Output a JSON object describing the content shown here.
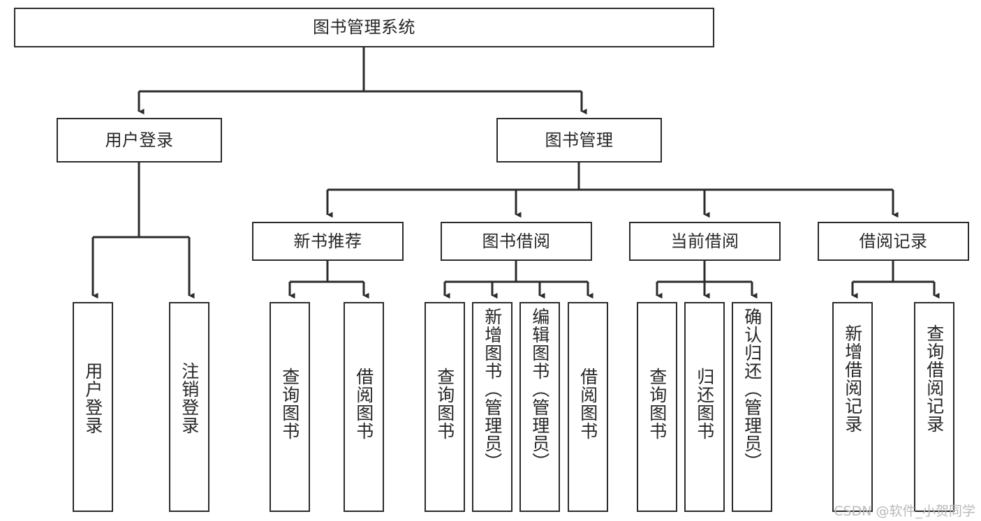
{
  "diagram": {
    "title": "图书管理系统",
    "type": "hierarchy-tree",
    "watermark": "CSDN @软件_小贺同学",
    "colors": {
      "stroke": "#2b2b2b",
      "fill": "#ffffff",
      "text": "#262626",
      "watermark": "#b9b9b9"
    },
    "root": {
      "label": "图书管理系统"
    },
    "level2": [
      {
        "label": "用户登录"
      },
      {
        "label": "图书管理"
      }
    ],
    "level3": [
      {
        "label": "新书推荐"
      },
      {
        "label": "图书借阅"
      },
      {
        "label": "当前借阅"
      },
      {
        "label": "借阅记录"
      }
    ],
    "leaves": {
      "user_login": [
        {
          "label": "用户登录"
        },
        {
          "label": "注销登录"
        }
      ],
      "new_book_recommend": [
        {
          "label": "查询图书"
        },
        {
          "label": "借阅图书"
        }
      ],
      "book_borrow": [
        {
          "label": "查询图书"
        },
        {
          "label": "新增图书（管理员）"
        },
        {
          "label": "编辑图书（管理员）"
        },
        {
          "label": "借阅图书"
        }
      ],
      "current_borrow": [
        {
          "label": "查询图书"
        },
        {
          "label": "归还图书"
        },
        {
          "label": "确认归还（管理员）"
        }
      ],
      "borrow_record": [
        {
          "label": "新增借阅记录"
        },
        {
          "label": "查询借阅记录"
        }
      ]
    }
  }
}
